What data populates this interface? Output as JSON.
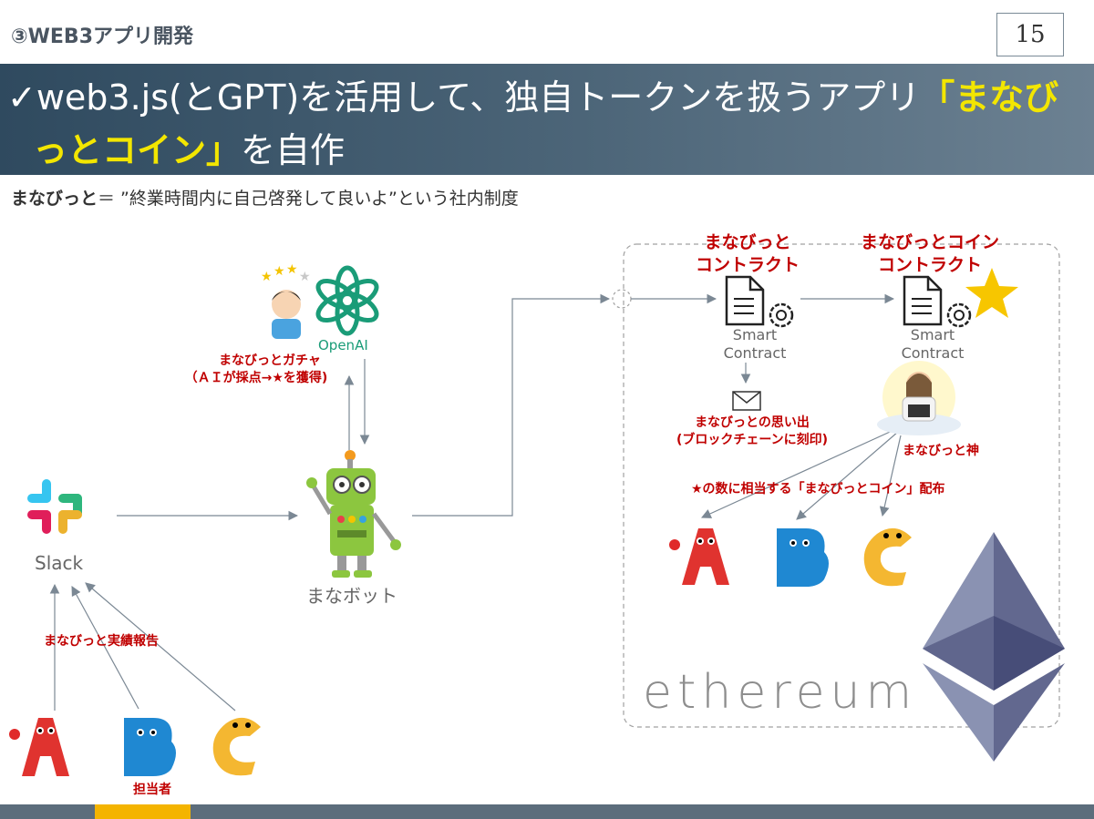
{
  "header": {
    "section": "③WEB3アプリ開発",
    "page_number": "15"
  },
  "title": {
    "check": "✓",
    "line1_pre": "web3.js(とGPT)を活用して、独自トークンを扱うアプリ",
    "line1_hl": "「まなび",
    "line2_hl": "っとコイン」",
    "line2_post": "を自作"
  },
  "subtitle": {
    "term": "まなびっと",
    "definition": "＝ ”終業時間内に自己啓発して良いよ”という社内制度"
  },
  "left": {
    "slack_label": "Slack",
    "report_label": "まなびっと実績報告",
    "person_label": "担当者"
  },
  "middle": {
    "openai_label": "OpenAI",
    "gacha_line1": "まなびっとガチャ",
    "gacha_line2": "（ＡＩが採点→★を獲得)",
    "bot_label": "まなボット"
  },
  "right": {
    "contract1_title_1": "まなびっと",
    "contract1_title_2": "コントラクト",
    "contract2_title_1": "まなびっとコイン",
    "contract2_title_2": "コントラクト",
    "smart_1": "Smart",
    "contract_1": "Contract",
    "smart_2": "Smart",
    "contract_2": "Contract",
    "memory_line1": "まなびっとの思い出",
    "memory_line2": "(ブロックチェーンに刻印)",
    "god_label": "まなびっと神",
    "distribute_label": "★の数に相当する「まなびっとコイン」配布",
    "ethereum_word": "ethereum"
  },
  "colors": {
    "title_band": "#3f596d",
    "highlight": "#f3e600",
    "accent_red": "#c00000",
    "footer": "#5c6d7c",
    "footer_accent": "#f4b400"
  }
}
